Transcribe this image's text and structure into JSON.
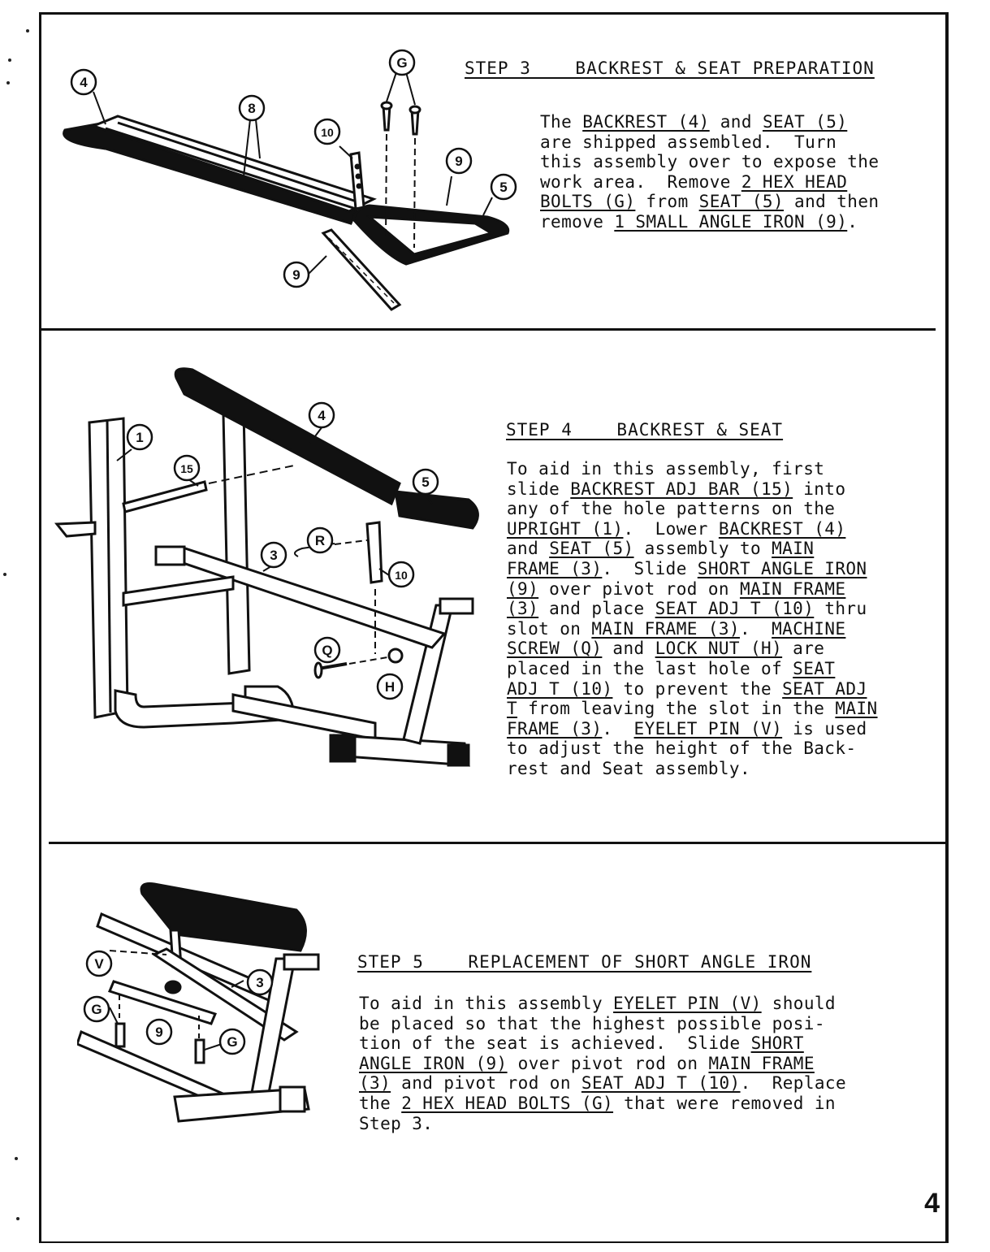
{
  "steps": [
    {
      "heading": "STEP 3    BACKREST & SEAT PREPARATION",
      "lines": [
        [
          {
            "t": "The "
          },
          {
            "t": "BACKREST (4)",
            "u": true
          },
          {
            "t": " and "
          },
          {
            "t": "SEAT (5)",
            "u": true
          }
        ],
        [
          {
            "t": "are shipped assembled.  Turn"
          }
        ],
        [
          {
            "t": "this assembly over to expose the"
          }
        ],
        [
          {
            "t": "work area.  Remove "
          },
          {
            "t": "2 HEX HEAD",
            "u": true
          }
        ],
        [
          {
            "t": "BOLTS (G)",
            "u": true
          },
          {
            "t": " from "
          },
          {
            "t": "SEAT (5)",
            "u": true
          },
          {
            "t": " and then"
          }
        ],
        [
          {
            "t": "remove "
          },
          {
            "t": "1 SMALL ANGLE IRON (9)",
            "u": true
          },
          {
            "t": "."
          }
        ]
      ],
      "callouts": [
        "G",
        "4",
        "8",
        "10",
        "9",
        "5",
        "9"
      ]
    },
    {
      "heading": "STEP 4    BACKREST & SEAT",
      "lines": [
        [
          {
            "t": "To aid in this assembly, first"
          }
        ],
        [
          {
            "t": "slide "
          },
          {
            "t": "BACKREST ADJ BAR (15)",
            "u": true
          },
          {
            "t": " into"
          }
        ],
        [
          {
            "t": "any of the hole patterns on the"
          }
        ],
        [
          {
            "t": "UPRIGHT (1)",
            "u": true
          },
          {
            "t": ".  Lower "
          },
          {
            "t": "BACKREST (4)",
            "u": true
          }
        ],
        [
          {
            "t": "and "
          },
          {
            "t": "SEAT (5)",
            "u": true
          },
          {
            "t": " assembly to "
          },
          {
            "t": "MAIN",
            "u": true
          }
        ],
        [
          {
            "t": "FRAME (3)",
            "u": true
          },
          {
            "t": ".  Slide "
          },
          {
            "t": "SHORT ANGLE IRON",
            "u": true
          }
        ],
        [
          {
            "t": "(9)",
            "u": true
          },
          {
            "t": " over pivot rod on "
          },
          {
            "t": "MAIN FRAME",
            "u": true
          }
        ],
        [
          {
            "t": "(3)",
            "u": true
          },
          {
            "t": " and place "
          },
          {
            "t": "SEAT ADJ T (10)",
            "u": true
          },
          {
            "t": " thru"
          }
        ],
        [
          {
            "t": "slot on "
          },
          {
            "t": "MAIN FRAME (3)",
            "u": true
          },
          {
            "t": ".  "
          },
          {
            "t": "MACHINE",
            "u": true
          }
        ],
        [
          {
            "t": "SCREW (Q)",
            "u": true
          },
          {
            "t": " and "
          },
          {
            "t": "LOCK NUT (H)",
            "u": true
          },
          {
            "t": " are"
          }
        ],
        [
          {
            "t": "placed in the last hole of "
          },
          {
            "t": "SEAT",
            "u": true
          }
        ],
        [
          {
            "t": "ADJ T (10)",
            "u": true
          },
          {
            "t": " to prevent the "
          },
          {
            "t": "SEAT ADJ",
            "u": true
          }
        ],
        [
          {
            "t": "T",
            "u": true
          },
          {
            "t": " from leaving the slot in the "
          },
          {
            "t": "MAIN",
            "u": true
          }
        ],
        [
          {
            "t": "FRAME (3)",
            "u": true
          },
          {
            "t": ".  "
          },
          {
            "t": "EYELET PIN (V)",
            "u": true
          },
          {
            "t": " is used"
          }
        ],
        [
          {
            "t": "to adjust the height of the Back-"
          }
        ],
        [
          {
            "t": "rest and Seat assembly."
          }
        ]
      ],
      "callouts": [
        "1",
        "15",
        "4",
        "5",
        "R",
        "3",
        "10",
        "Q",
        "H"
      ]
    },
    {
      "heading": "STEP 5    REPLACEMENT OF SHORT ANGLE IRON",
      "lines": [
        [
          {
            "t": "To aid in this assembly "
          },
          {
            "t": "EYELET PIN (V)",
            "u": true
          },
          {
            "t": " should"
          }
        ],
        [
          {
            "t": "be placed so that the highest possible posi-"
          }
        ],
        [
          {
            "t": "tion of the seat is achieved.  Slide "
          },
          {
            "t": "SHORT",
            "u": true
          }
        ],
        [
          {
            "t": "ANGLE IRON (9)",
            "u": true
          },
          {
            "t": " over pivot rod on "
          },
          {
            "t": "MAIN FRAME",
            "u": true
          }
        ],
        [
          {
            "t": "(3)",
            "u": true
          },
          {
            "t": " and pivot rod on "
          },
          {
            "t": "SEAT ADJ T (10)",
            "u": true
          },
          {
            "t": ".  Replace"
          }
        ],
        [
          {
            "t": "the "
          },
          {
            "t": "2 HEX HEAD BOLTS (G)",
            "u": true
          },
          {
            "t": " that were removed in"
          }
        ],
        [
          {
            "t": "Step 3."
          }
        ]
      ],
      "callouts": [
        "V",
        "3",
        "G",
        "9",
        "G"
      ]
    }
  ],
  "page_number": "4"
}
